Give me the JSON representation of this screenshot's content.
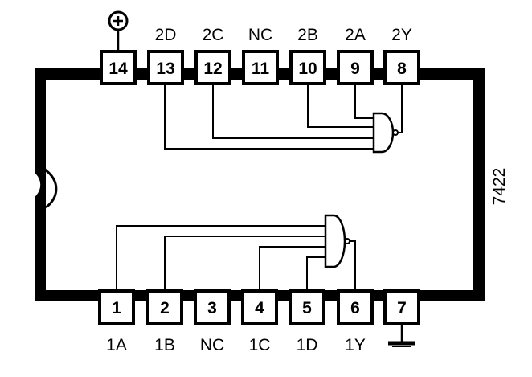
{
  "chip": {
    "part_number": "7422",
    "power_symbol": "+",
    "ground_symbol": "ground"
  },
  "pins_top": [
    {
      "num": "14",
      "label": ""
    },
    {
      "num": "13",
      "label": "2D"
    },
    {
      "num": "12",
      "label": "2C"
    },
    {
      "num": "11",
      "label": "NC"
    },
    {
      "num": "10",
      "label": "2B"
    },
    {
      "num": "9",
      "label": "2A"
    },
    {
      "num": "8",
      "label": "2Y"
    }
  ],
  "pins_bottom": [
    {
      "num": "1",
      "label": "1A"
    },
    {
      "num": "2",
      "label": "1B"
    },
    {
      "num": "3",
      "label": "NC"
    },
    {
      "num": "4",
      "label": "1C"
    },
    {
      "num": "5",
      "label": "1D"
    },
    {
      "num": "6",
      "label": "1Y"
    },
    {
      "num": "7",
      "label": ""
    }
  ],
  "gates": [
    {
      "name": "gate-2",
      "type": "NAND",
      "inputs": [
        "13",
        "12",
        "10",
        "9"
      ],
      "output": "8"
    },
    {
      "name": "gate-1",
      "type": "NAND",
      "inputs": [
        "1",
        "2",
        "4",
        "5"
      ],
      "output": "6"
    }
  ]
}
